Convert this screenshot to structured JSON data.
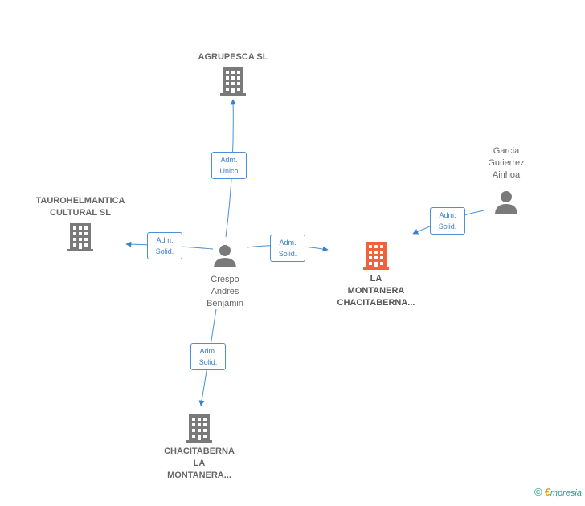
{
  "nodes": {
    "agrupesca": {
      "label": "AGRUPESCA SL"
    },
    "taurohelmantica": {
      "label_line1": "TAUROHELMANTICA",
      "label_line2": "CULTURAL  SL"
    },
    "crespo": {
      "label_line1": "Crespo",
      "label_line2": "Andres",
      "label_line3": "Benjamin"
    },
    "montanera_main": {
      "label_line1": "LA",
      "label_line2": "MONTANERA",
      "label_line3": "CHACITABERNA..."
    },
    "garcia": {
      "label_line1": "Garcia",
      "label_line2": "Gutierrez",
      "label_line3": "Ainhoa"
    },
    "chacitaberna": {
      "label_line1": "CHACITABERNA",
      "label_line2": "LA",
      "label_line3": "MONTANERA..."
    }
  },
  "edges": {
    "crespo_agrupesca": {
      "line1": "Adm.",
      "line2": "Unico"
    },
    "crespo_taurohelmantica": {
      "line1": "Adm.",
      "line2": "Solid."
    },
    "crespo_montanera": {
      "line1": "Adm.",
      "line2": "Solid."
    },
    "crespo_chacitaberna": {
      "line1": "Adm.",
      "line2": "Solid."
    },
    "garcia_montanera": {
      "line1": "Adm.",
      "line2": "Solid."
    }
  },
  "brand": {
    "copyright": "©",
    "e": "€",
    "rest": "mpresia"
  },
  "colors": {
    "edge": "#4a8fd8",
    "company": "#7a7a7a",
    "main_company": "#f0623a",
    "person": "#7a7a7a"
  }
}
